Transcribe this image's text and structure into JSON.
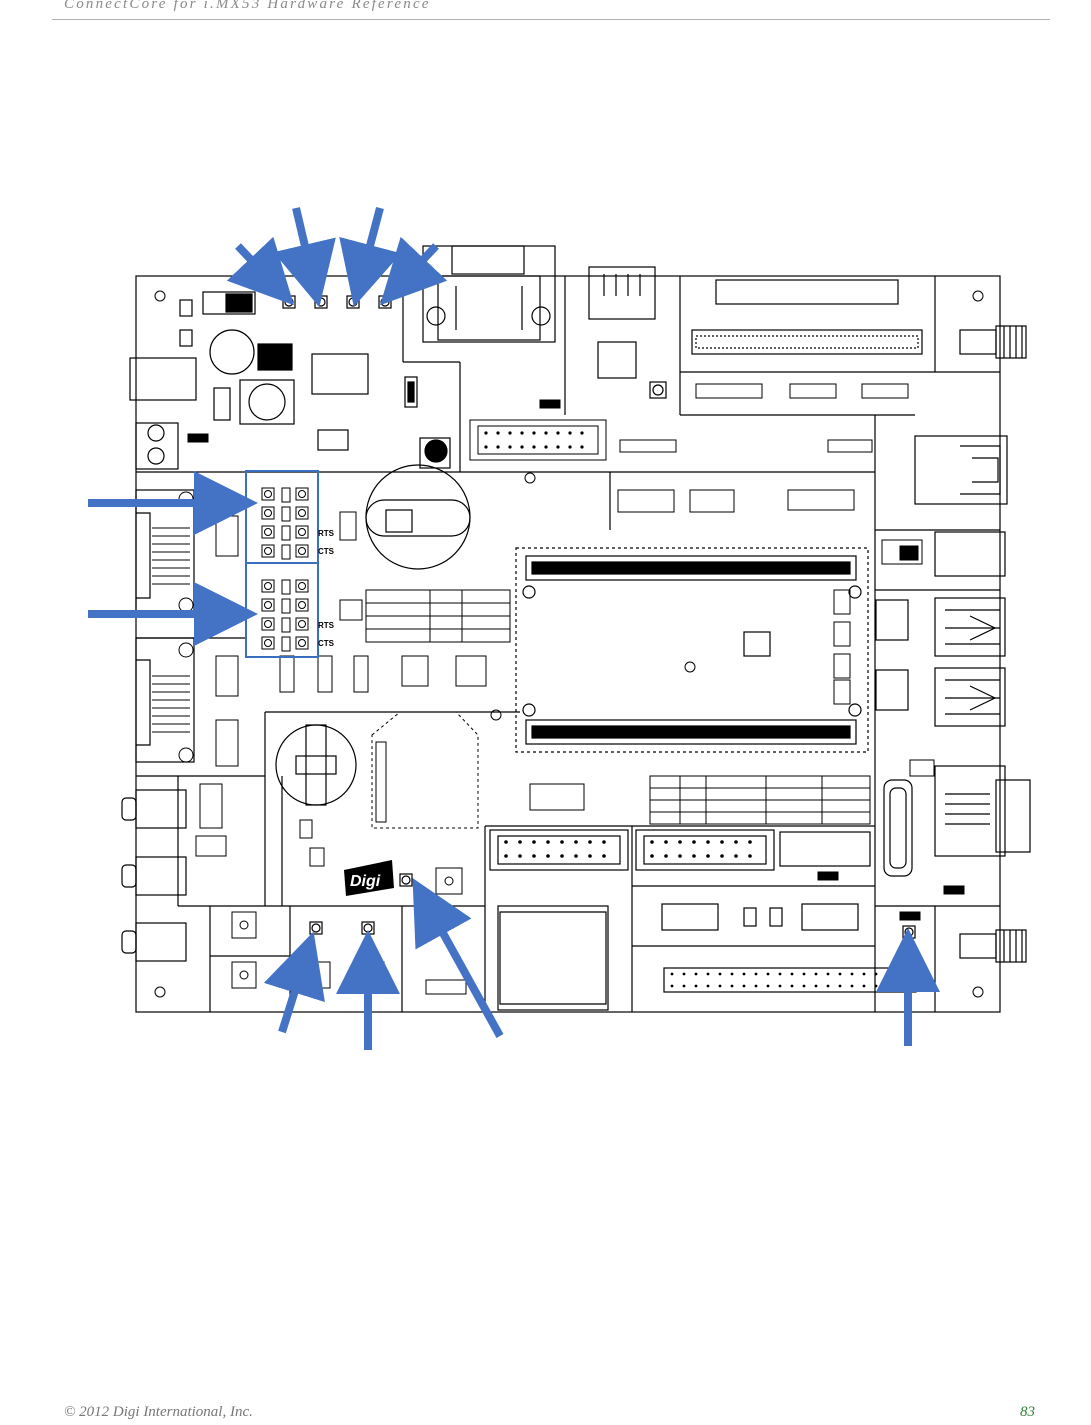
{
  "header": {
    "title": "ConnectCore for i.MX53 Hardware Reference"
  },
  "footer": {
    "copyright": "© 2012 Digi International, Inc.",
    "page_number": "83"
  },
  "figure": {
    "logo_text": "Digi",
    "silkscreen_labels": [
      "RTS",
      "CTS",
      "RTS",
      "CTS"
    ],
    "arrow_color": "#4472c4",
    "highlight_color": "#3a6fc0"
  }
}
